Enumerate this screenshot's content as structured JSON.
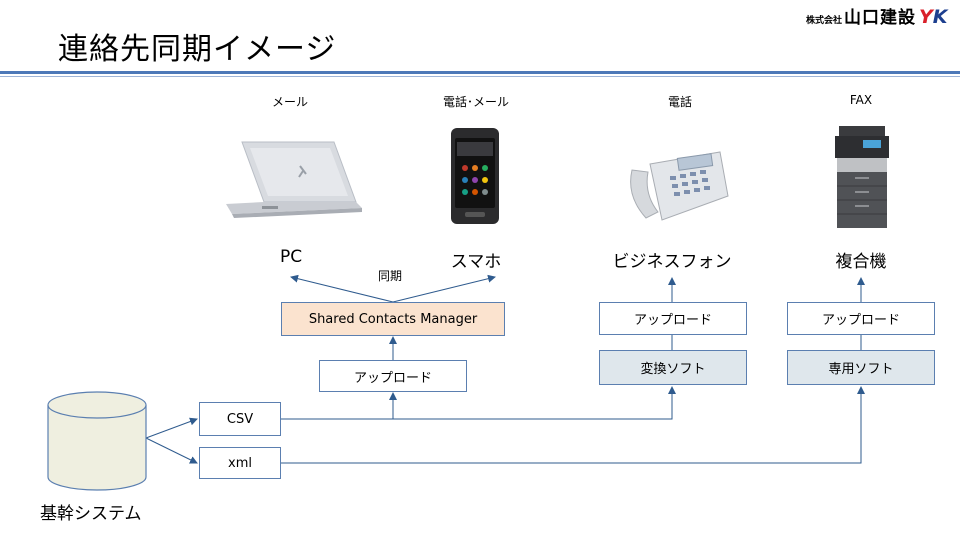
{
  "title": "連絡先同期イメージ",
  "logo": {
    "small_text": "株式会社",
    "main_text": "山口建設",
    "mark_y": "Y",
    "mark_k": "K"
  },
  "devices": [
    {
      "caption": "メール",
      "name": "PC"
    },
    {
      "caption": "電話･メール",
      "name": "スマホ"
    },
    {
      "caption": "電話",
      "name": "ビジネスフォン"
    },
    {
      "caption": "FAX",
      "name": "複合機"
    }
  ],
  "sync_label": "同期",
  "boxes": {
    "scm": "Shared Contacts Manager",
    "upload_center": "アップロード",
    "upload_phone": "アップロード",
    "upload_fax": "アップロード",
    "convert_soft": "変換ソフト",
    "dedicated_soft": "専用ソフト",
    "csv": "CSV",
    "xml": "xml"
  },
  "database": {
    "label": "基幹システム"
  },
  "colors": {
    "accent": "#4d78b8",
    "box_border": "#5b7fb0",
    "scm_fill": "#fbe3cf",
    "soft_fill": "#dfe7ec",
    "db_fill": "#efefe0",
    "line": "#2f5b8e"
  }
}
